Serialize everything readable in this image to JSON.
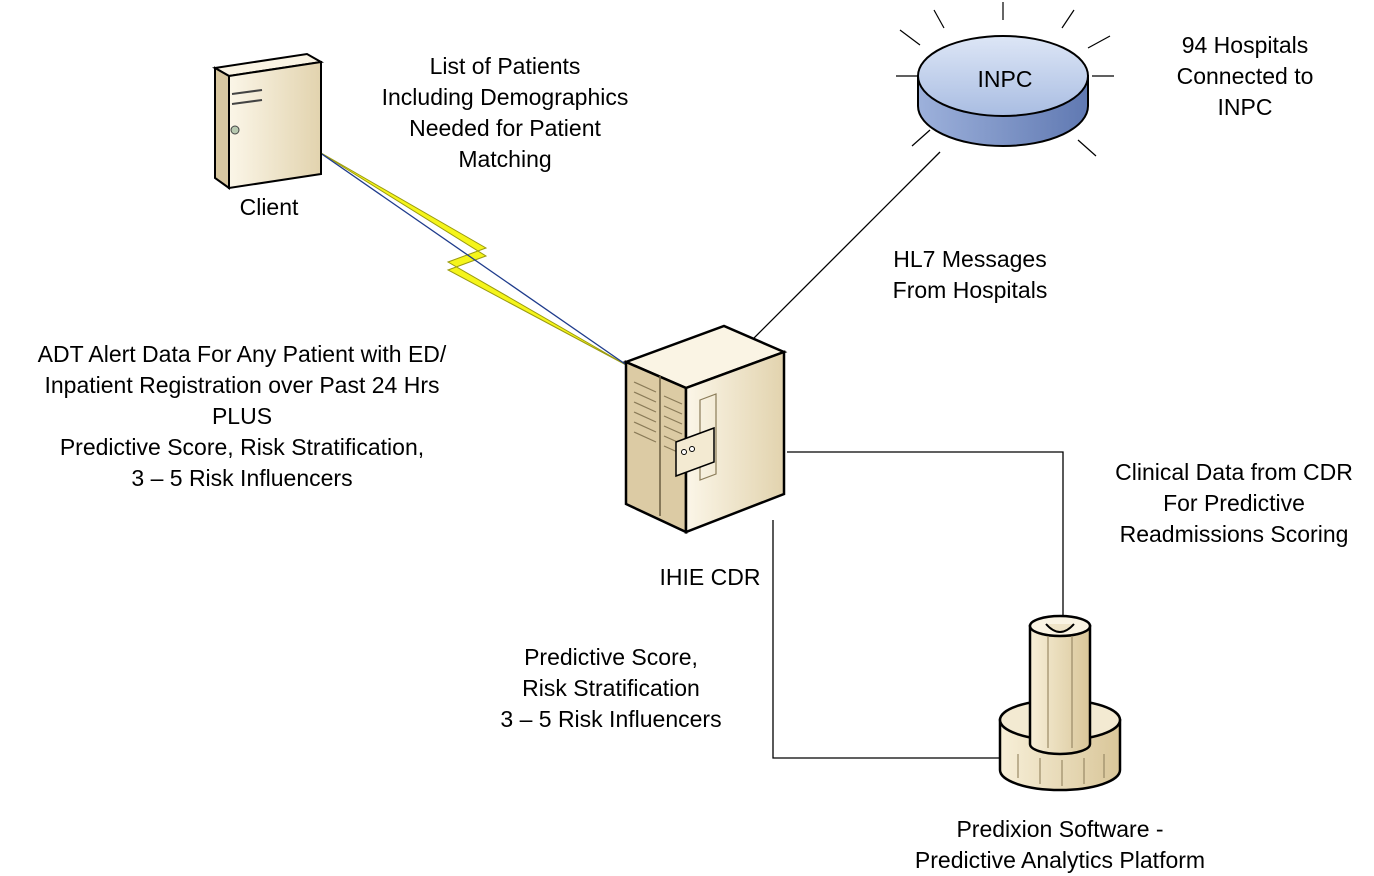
{
  "nodes": {
    "client": {
      "label": "Client",
      "icon": "tower-server-icon"
    },
    "inpc": {
      "label": "INPC",
      "icon": "network-database-disk-icon"
    },
    "ihie_cdr": {
      "label": "IHIE CDR",
      "icon": "mainframe-server-icon"
    },
    "predixion": {
      "label_lines": [
        "Predixion Software -",
        "Predictive Analytics Platform"
      ],
      "icon": "pedestal-platform-icon"
    }
  },
  "notes": {
    "patients_list": [
      "List of Patients",
      "Including Demographics",
      "Needed for Patient",
      "Matching"
    ],
    "hospitals_connected": [
      "94 Hospitals",
      "Connected to",
      "INPC"
    ],
    "hl7_messages": [
      "HL7 Messages",
      "From Hospitals"
    ],
    "adt_alert": [
      "ADT Alert Data For Any Patient with ED/",
      "Inpatient Registration over Past 24 Hrs",
      "PLUS",
      "Predictive Score, Risk Stratification,",
      "3 – 5 Risk Influencers"
    ],
    "clinical_data": [
      "Clinical Data from CDR",
      "For Predictive",
      "Readmissions Scoring"
    ],
    "predictive_score": [
      "Predictive Score,",
      "Risk Stratification",
      "3 – 5 Risk Influencers"
    ]
  },
  "colors": {
    "server_body": "#efe4c8",
    "server_side": "#cfbf98",
    "disk_top": "#c5d3ec",
    "disk_side": "#7f98c8",
    "lightning": "#f5f51a",
    "link_line": "#000000"
  }
}
